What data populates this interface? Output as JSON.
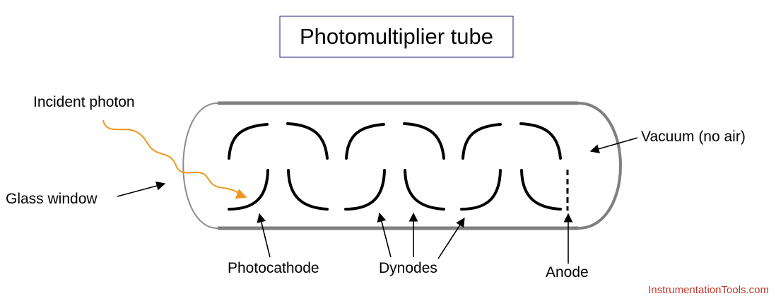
{
  "title": "Photomultiplier tube",
  "labels": {
    "incident_photon": "Incident photon",
    "glass_window": "Glass window",
    "vacuum": "Vacuum (no air)",
    "photocathode": "Photocathode",
    "dynodes": "Dynodes",
    "anode": "Anode"
  },
  "watermark": "InstrumentationTools.com",
  "colors": {
    "photon": "#f0961e",
    "watermark": "#c0392b",
    "tube_glass": "#8c8c8c",
    "tube_wall": "#7f7f7f",
    "title_border": "#1f1f7a",
    "electrode": "#000000"
  }
}
